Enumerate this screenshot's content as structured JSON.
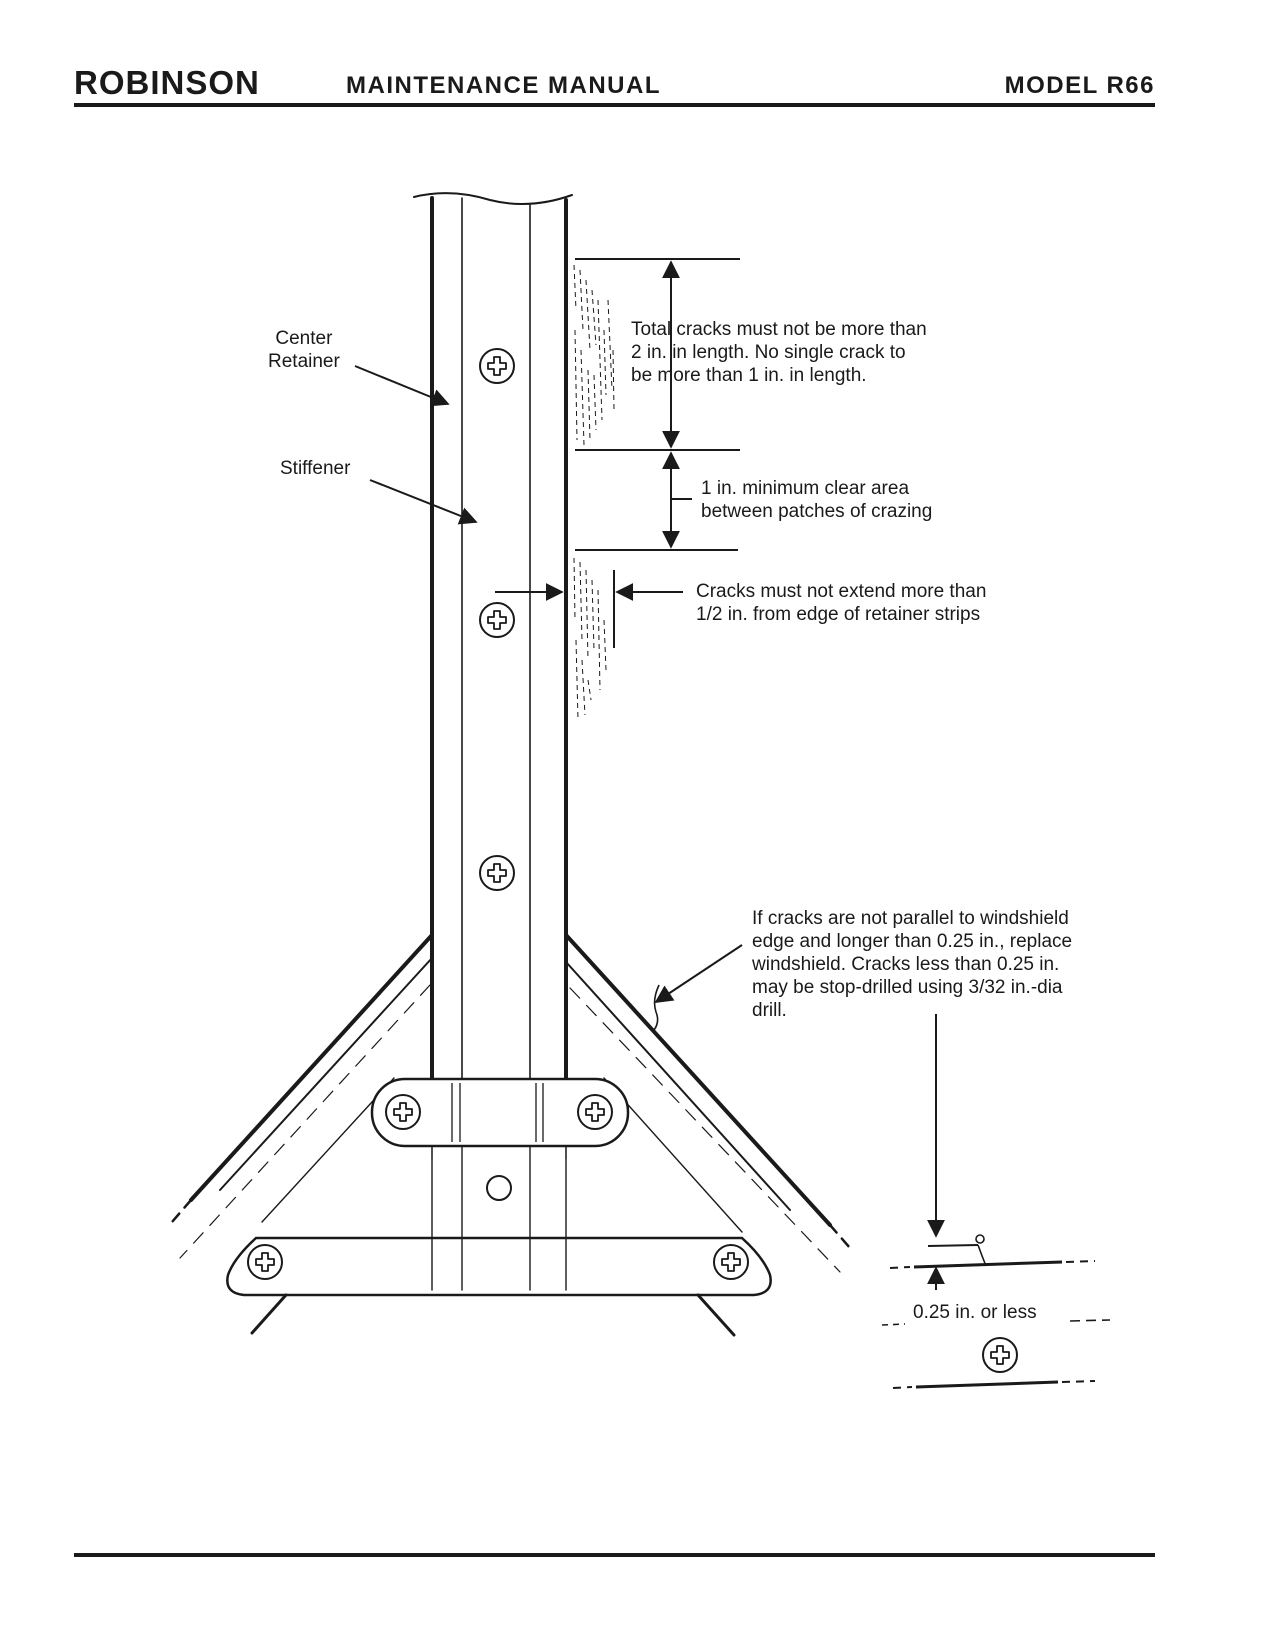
{
  "header": {
    "brand": "ROBINSON",
    "title": "MAINTENANCE MANUAL",
    "model": "MODEL R66"
  },
  "figure": {
    "center_retainer_label": "Center\nRetainer",
    "stiffener_label": "Stiffener",
    "total_cracks_note": "Total cracks must not be more than\n2 in. in length.  No single crack to\nbe more than 1 in. in length.",
    "clear_area_note": "1 in. minimum clear area\nbetween patches of crazing",
    "extend_note": "Cracks must not extend more than\n1/2 in. from edge of retainer strips",
    "parallel_note": "If cracks are not parallel to windshield\nedge and longer than 0.25 in., replace\nwindshield.  Cracks less than 0.25 in.\nmay be stop-drilled using 3/32 in.-dia\ndrill.",
    "dimension_label": "0.25 in. or less"
  }
}
